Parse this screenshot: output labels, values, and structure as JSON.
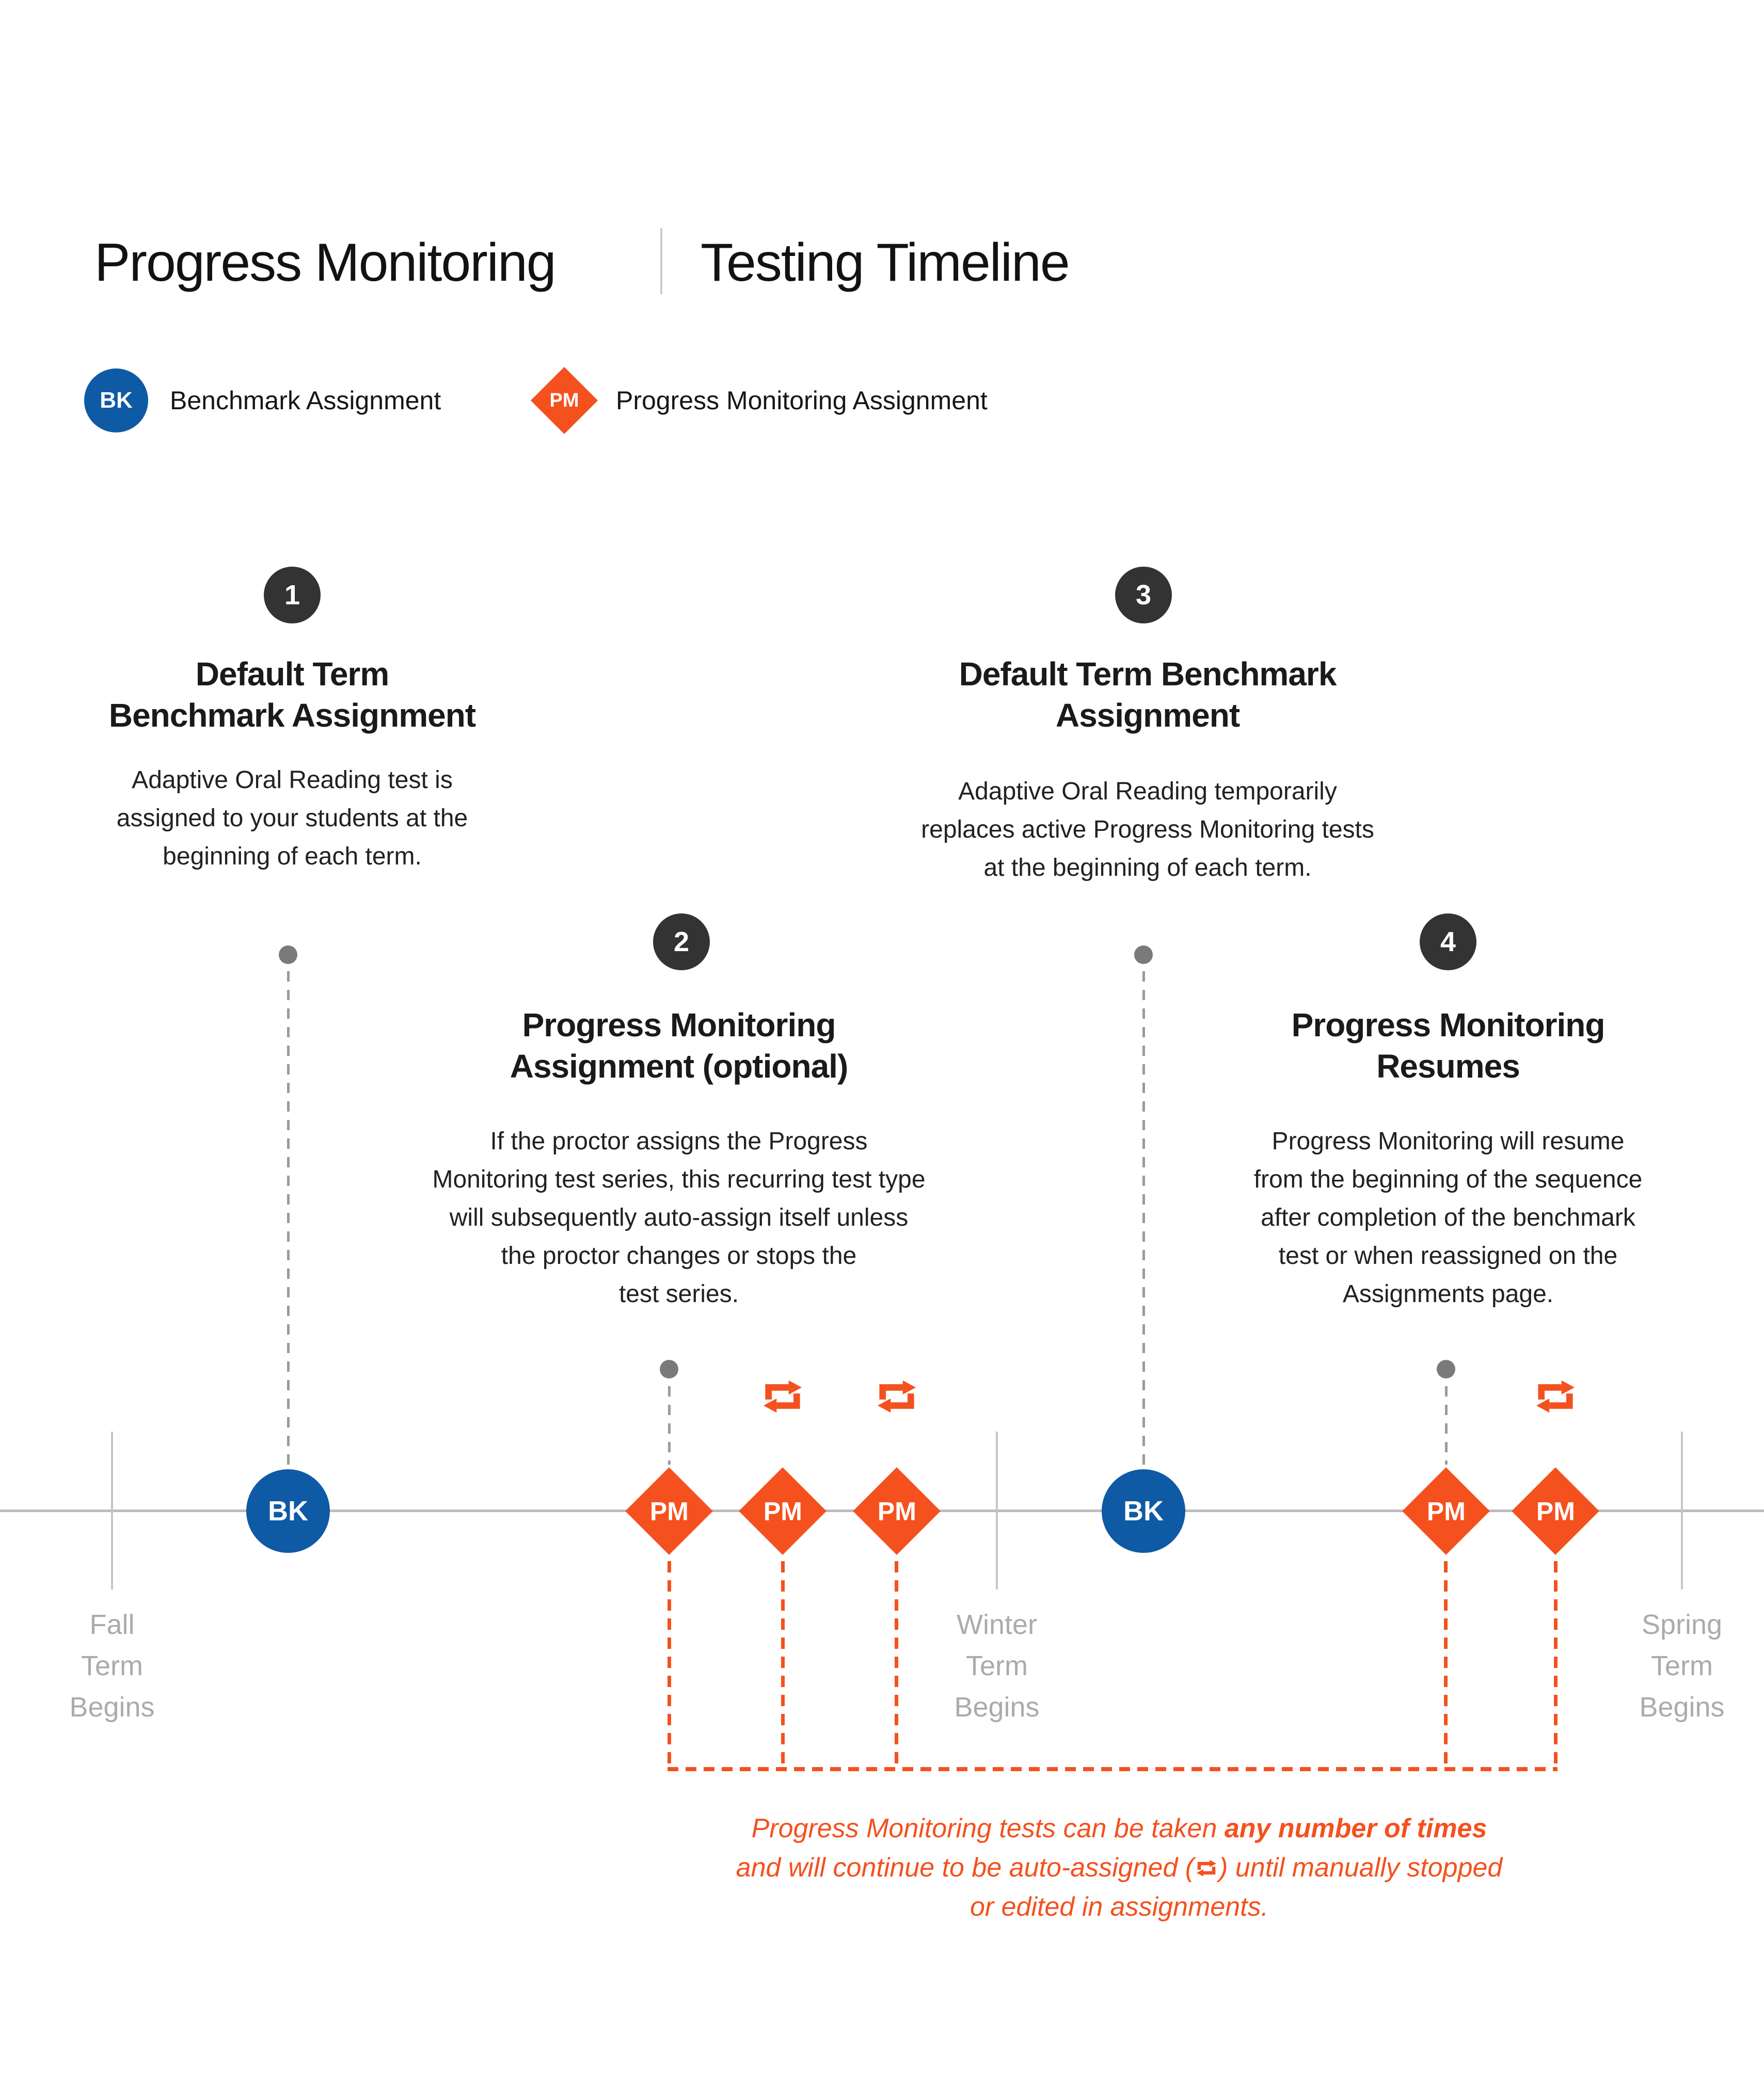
{
  "colors": {
    "orange": "#F4511E",
    "blue": "#0E5AA5",
    "badge_dark": "#333333",
    "gray_label": "#ABABAB"
  },
  "header": {
    "title_left": "Progress Monitoring",
    "title_right": "Testing Timeline"
  },
  "legend": {
    "bk_label": "BK",
    "bk_text": "Benchmark Assignment",
    "pm_label": "PM",
    "pm_text": "Progress Monitoring Assignment"
  },
  "steps": [
    {
      "number": "1",
      "heading": "Default Term\nBenchmark Assignment",
      "body": "Adaptive Oral Reading test is\nassigned to your students at the\nbeginning of each term."
    },
    {
      "number": "2",
      "heading": "Progress Monitoring\nAssignment (optional)",
      "body": "If the proctor assigns the Progress\nMonitoring test series, this recurring test type\nwill subsequently auto-assign itself unless\nthe proctor changes or stops the\ntest series."
    },
    {
      "number": "3",
      "heading": "Default Term Benchmark\nAssignment",
      "body": "Adaptive Oral Reading temporarily\nreplaces active Progress Monitoring tests\nat the beginning of each term."
    },
    {
      "number": "4",
      "heading": "Progress Monitoring\nResumes",
      "body": "Progress Monitoring will resume\nfrom the beginning of the sequence\nafter completion of the benchmark\ntest or when reassigned on the\nAssignments page."
    }
  ],
  "timeline": {
    "terms": [
      {
        "label": "Fall\nTerm\nBegins"
      },
      {
        "label": "Winter\nTerm\nBegins"
      },
      {
        "label": "Spring\nTerm\nBegins"
      }
    ],
    "markers": [
      {
        "type": "benchmark",
        "label": "BK"
      },
      {
        "type": "progress-monitoring",
        "label": "PM"
      },
      {
        "type": "progress-monitoring",
        "label": "PM"
      },
      {
        "type": "progress-monitoring",
        "label": "PM"
      },
      {
        "type": "benchmark",
        "label": "BK"
      },
      {
        "type": "progress-monitoring",
        "label": "PM"
      },
      {
        "type": "progress-monitoring",
        "label": "PM"
      }
    ]
  },
  "footnote": {
    "line1_pre": "Progress Monitoring tests can be taken ",
    "line1_bold": "any number of times",
    "line2_pre": "and will continue to be auto-assigned (",
    "line2_post": ") until manually stopped",
    "line3": "or edited in assignments."
  }
}
